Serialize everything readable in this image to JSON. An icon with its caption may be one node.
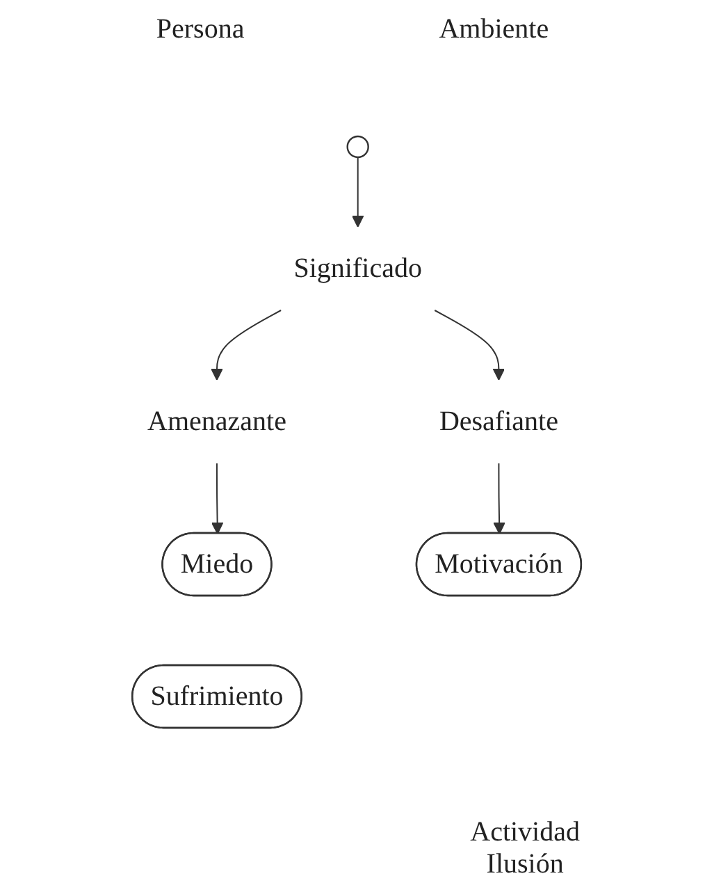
{
  "diagram": {
    "nodes": [
      {
        "text": [],
        "shape": "circle"
      },
      {
        "text": [
          "Significado"
        ]
      },
      {
        "text": [
          "Amenazante"
        ]
      },
      {
        "text": [
          "Desafiante"
        ]
      },
      {
        "text": [
          "Miedo"
        ]
      },
      {
        "text": [
          "Sufrimiento"
        ]
      },
      {
        "text": [
          "Motivación"
        ]
      }
    ],
    "edges": [
      {
        "from": 0,
        "to": 1,
        "arrow": "to"
      },
      {
        "from": 1,
        "to": 2,
        "arrow": "to"
      },
      {
        "from": 1,
        "to": 3,
        "arrow": "to"
      },
      {
        "from": 2,
        "to": 4,
        "arrow": "to"
      },
      {
        "from": 3,
        "to": 6,
        "arrow": "to"
      }
    ],
    "labels": [
      "Persona",
      "Ambiente",
      "Actividad",
      "Ilusión"
    ]
  }
}
